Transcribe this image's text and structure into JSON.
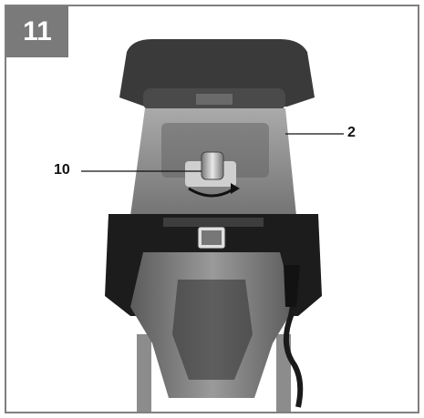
{
  "figure": {
    "number": "11",
    "callouts": [
      {
        "id": "label-2",
        "text": "2"
      },
      {
        "id": "label-10",
        "text": "10"
      }
    ]
  },
  "colors": {
    "badge": "#7a7a7a",
    "border": "#7f7f7f"
  }
}
